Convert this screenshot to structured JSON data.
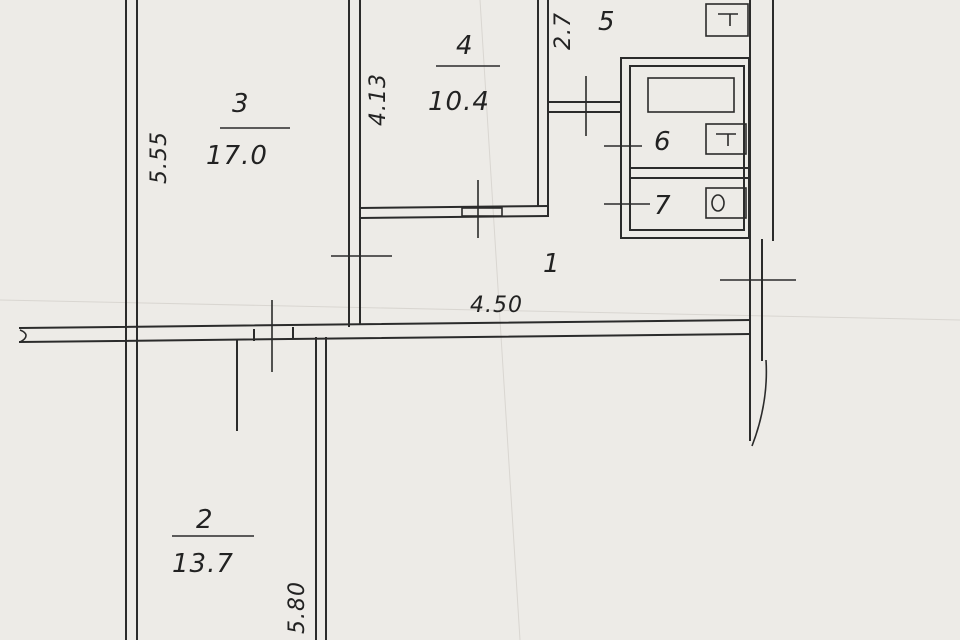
{
  "rooms": [
    {
      "id": "room-1",
      "number": "1",
      "area": ""
    },
    {
      "id": "room-2",
      "number": "2",
      "area": "13.7"
    },
    {
      "id": "room-3",
      "number": "3",
      "area": "17.0"
    },
    {
      "id": "room-4",
      "number": "4",
      "area": "10.4"
    },
    {
      "id": "room-5",
      "number": "5",
      "area": ""
    },
    {
      "id": "room-6",
      "number": "6",
      "area": ""
    },
    {
      "id": "room-7",
      "number": "7",
      "area": ""
    }
  ],
  "dimensions": {
    "room3_length": "5.55",
    "room4_length": "4.13",
    "hall_width": "4.50",
    "room2_length": "5.80",
    "room5_partial": "2.7"
  }
}
